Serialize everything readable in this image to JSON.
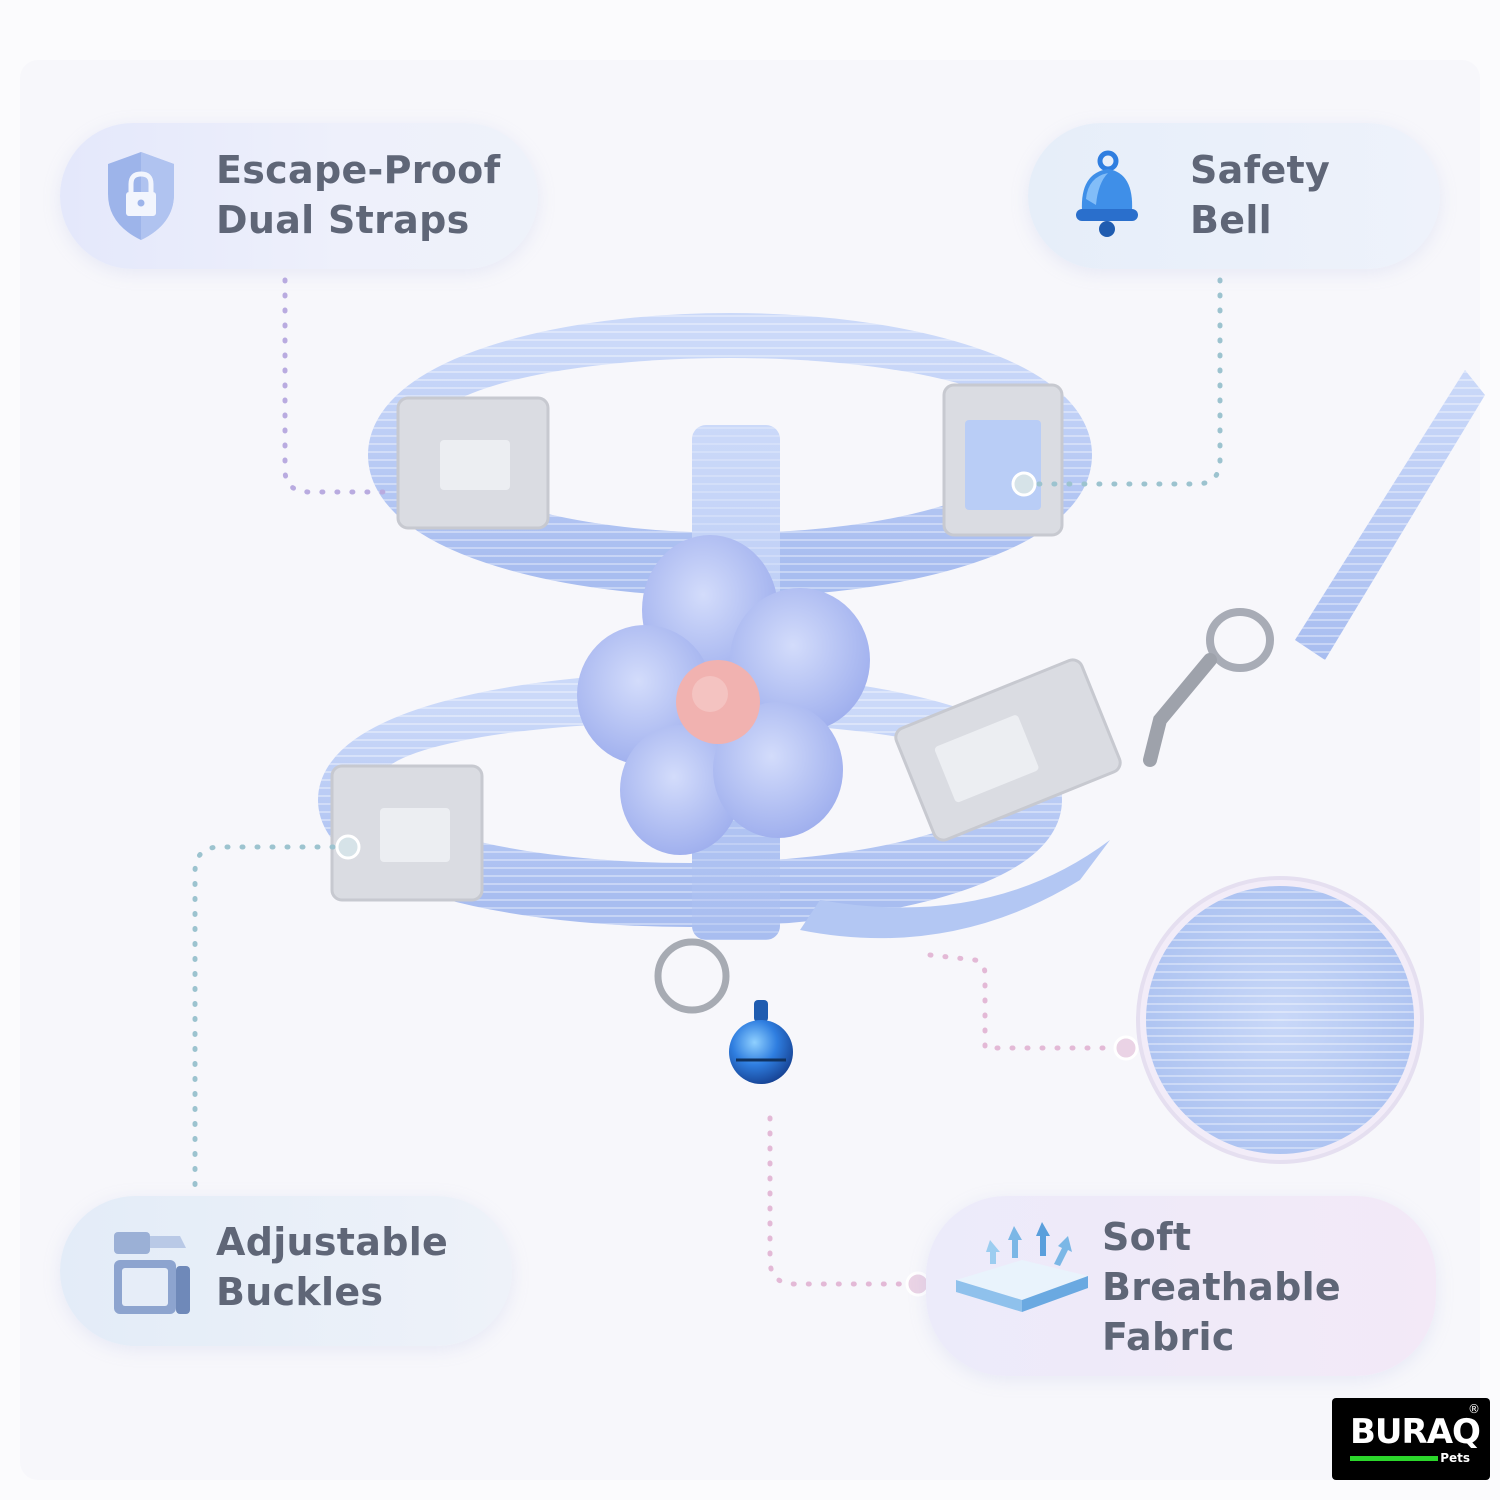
{
  "callouts": {
    "escape_proof": {
      "line1": "Escape-Proof",
      "line2": "Dual Straps",
      "icon": "shield-lock-icon"
    },
    "safety_bell": {
      "line1": "Safety",
      "line2": "Bell",
      "icon": "bell-icon"
    },
    "adjustable_buckles": {
      "line1": "Adjustable",
      "line2": "Buckles",
      "icon": "buckle-icon"
    },
    "soft_fabric": {
      "line1": "Soft",
      "line2": "Breathable",
      "line3": "Fabric",
      "icon": "breathable-fabric-icon"
    }
  },
  "logo": {
    "word": "BURAQ",
    "sub": "Pets",
    "reg": "®"
  },
  "colors": {
    "strap": "#b9cdf6",
    "strap_shadow": "#9fb5ea",
    "buckle": "#d9dbe0",
    "flower_petal": "#aebcf3",
    "flower_center": "#f1b2b0",
    "bell": "#2f7ee0",
    "connector_purple": "#b9abe0",
    "connector_teal": "#9cc3cf",
    "connector_pink": "#e3b9d6"
  }
}
